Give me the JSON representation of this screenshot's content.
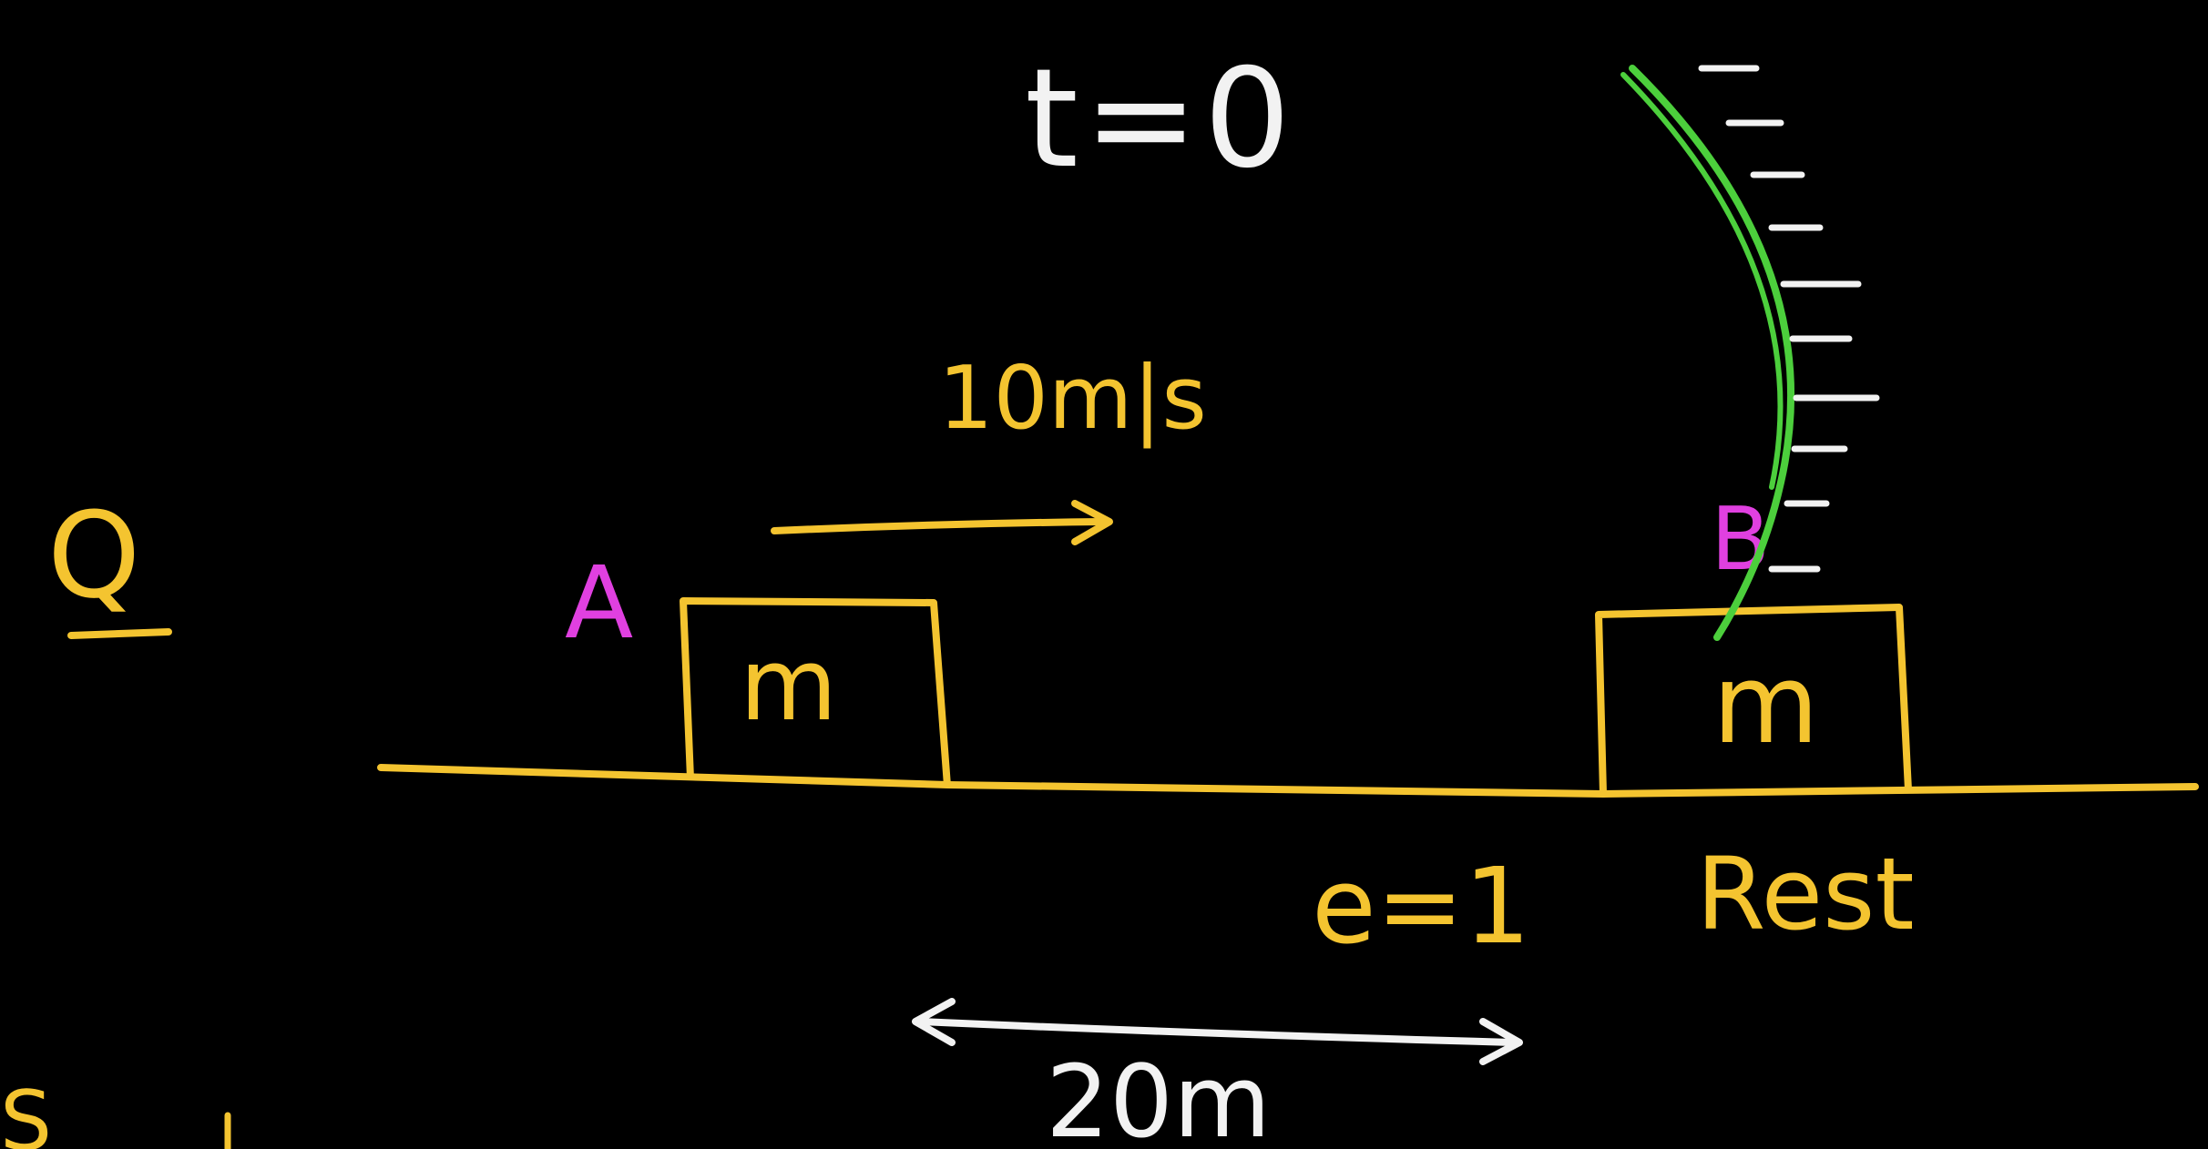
{
  "labels": {
    "time": "t=0",
    "question_mark": "Q",
    "speed": "10m|s",
    "block_a_name": "A",
    "block_a_mass": "m",
    "block_b_name": "B",
    "block_b_mass": "m",
    "restitution": "e=1",
    "block_b_state": "Rest",
    "distance": "20m",
    "corner_fragment": "S"
  },
  "colors": {
    "background": "#000000",
    "ink_white": "#f2f2f2",
    "ink_yellow": "#f4c430",
    "ink_magenta": "#e040e0",
    "ink_green": "#4ccf3c"
  }
}
